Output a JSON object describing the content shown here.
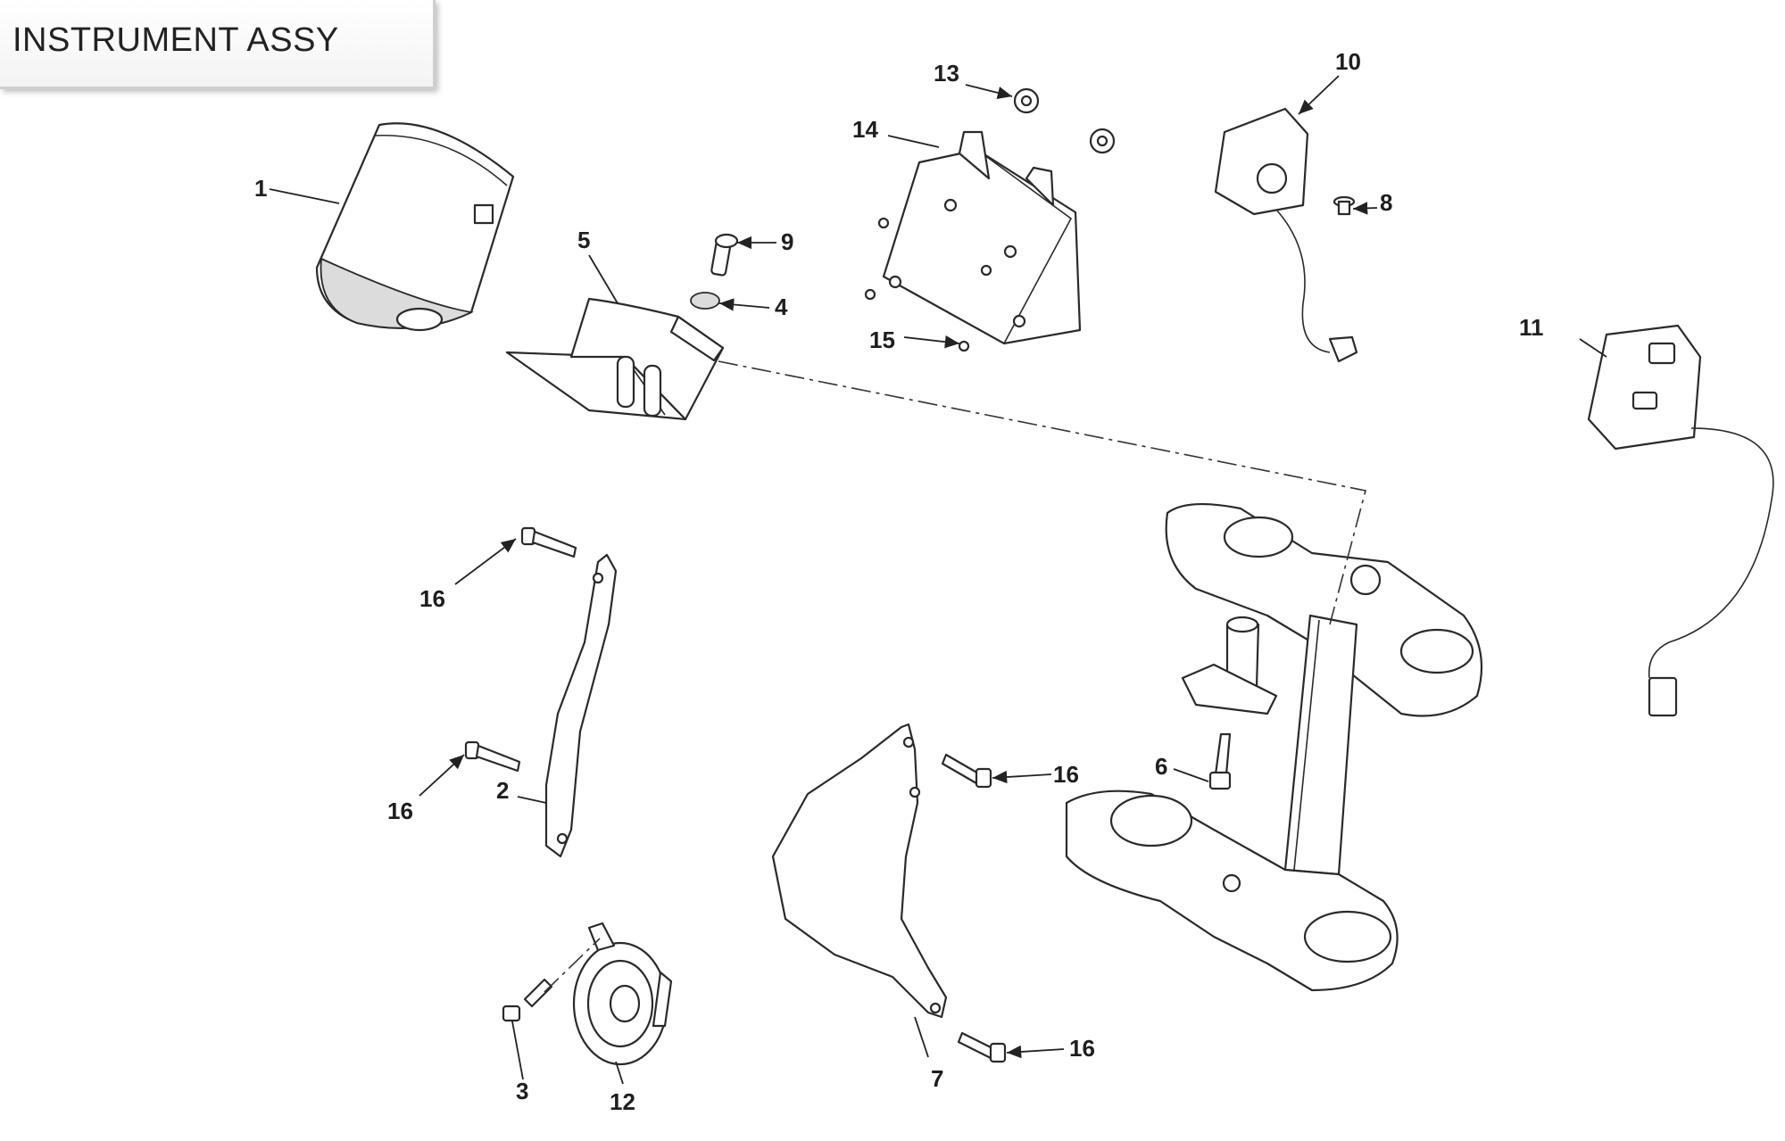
{
  "title": "INSTRUMENT ASSY",
  "callouts": [
    "1",
    "2",
    "3",
    "4",
    "5",
    "6",
    "7",
    "8",
    "9",
    "10",
    "11",
    "12",
    "13",
    "14",
    "15",
    "16",
    "16",
    "16",
    "16"
  ]
}
